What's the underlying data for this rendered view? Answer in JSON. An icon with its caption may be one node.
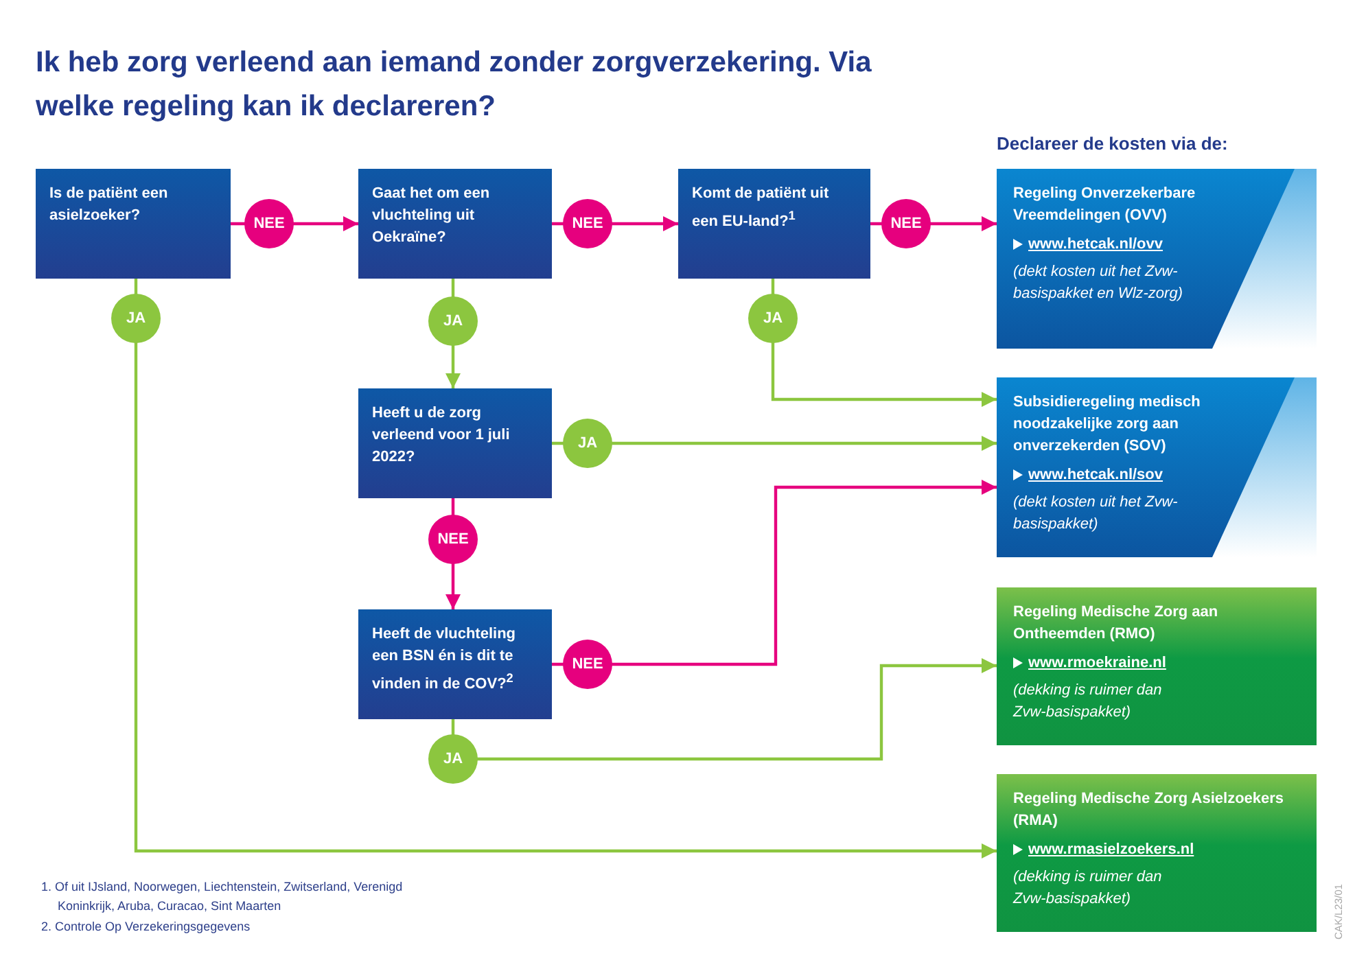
{
  "diagram": {
    "title": "Ik heb zorg verleend aan iemand zonder zorgverzekering. Via welke regeling kan ik declareren?",
    "nodes": [
      {
        "text": [
          "Is de patiënt een asielzoeker?"
        ]
      },
      {
        "text": [
          "Gaat het om een vluchteling uit Oekraïne?"
        ]
      },
      {
        "text": [
          "Komt de patiënt uit een EU-land?$^{1}$"
        ]
      },
      {
        "text": [
          "Heeft u de zorg verleend voor 1 juli 2022?"
        ]
      },
      {
        "text": [
          "Heeft de vluchteling een BSN én is dit te vinden in de COV?$^{2}$"
        ]
      },
      {
        "text": [
          "Regeling Onverzekerbare Vreemdelingen (OVV)",
          "www.hetcak.nl/ovv",
          "(dekt kosten uit het Zvw-basispakket en Wlz-zorg)"
        ]
      },
      {
        "text": [
          "Subsidieregeling medisch noodzakelijke zorg aan onverzekerden (SOV)",
          "www.hetcak.nl/sov",
          "(dekt kosten uit het Zvw-basispakket)"
        ]
      },
      {
        "text": [
          "Regeling Medische Zorg aan Ontheemden (RMO)",
          "www.rmoekraine.nl",
          "(dekking is ruimer dan Zvw-basispakket)"
        ]
      },
      {
        "text": [
          "Regeling Medische Zorg Asielzoekers (RMA)",
          "www.rmasielzoekers.nl",
          "(dekking is ruimer dan Zvw-basispakket)"
        ]
      }
    ],
    "edges": [
      {
        "from": 0,
        "to": 1,
        "arrow": "to",
        "label": "NEE",
        "color": "#e6007e"
      },
      {
        "from": 1,
        "to": 2,
        "arrow": "to",
        "label": "NEE",
        "color": "#e6007e"
      },
      {
        "from": 2,
        "to": 5,
        "arrow": "to",
        "label": "NEE",
        "color": "#e6007e"
      },
      {
        "from": 0,
        "to": 8,
        "arrow": "to",
        "label": "JA",
        "color": "#8cc63f"
      },
      {
        "from": 1,
        "to": 3,
        "arrow": "to",
        "label": "JA",
        "color": "#8cc63f"
      },
      {
        "from": 2,
        "to": 6,
        "arrow": "to",
        "label": "JA",
        "color": "#8cc63f"
      },
      {
        "from": 3,
        "to": 6,
        "arrow": "to",
        "label": "JA",
        "color": "#8cc63f"
      },
      {
        "from": 3,
        "to": 4,
        "arrow": "to",
        "label": "NEE",
        "color": "#e6007e"
      },
      {
        "from": 4,
        "to": 6,
        "arrow": "to",
        "label": "NEE",
        "color": "#e6007e"
      },
      {
        "from": 4,
        "to": 7,
        "arrow": "to",
        "label": "JA",
        "color": "#8cc63f"
      }
    ],
    "labels": [
      "Declareer de kosten via de:",
      "1. Of uit IJsland, Noorwegen, Liechtenstein, Zwitserland, Verenigd Koninkrijk, Aruba, Curacao, Sint Maarten",
      "2. Controle Op Verzekeringsgegevens",
      "CAK/L23/01"
    ]
  }
}
